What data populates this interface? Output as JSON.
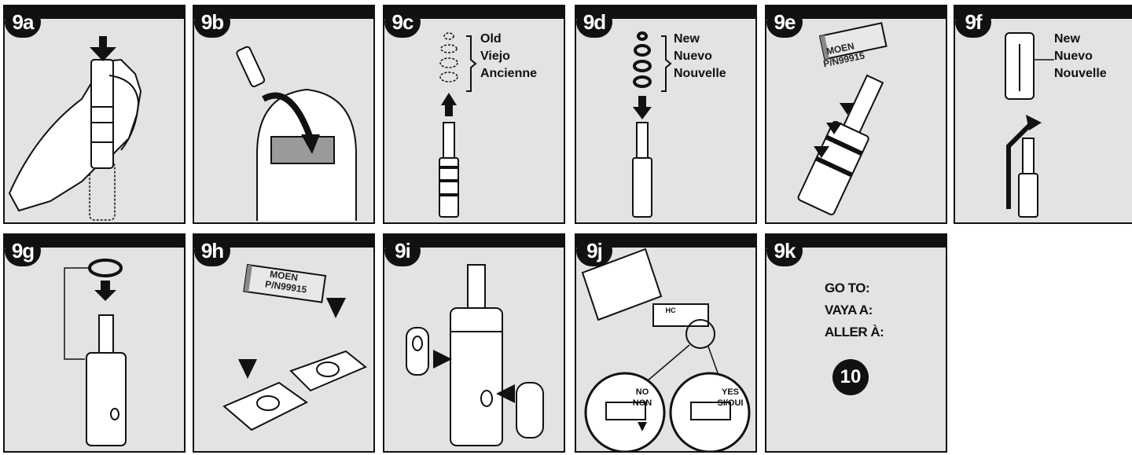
{
  "steps": [
    {
      "id": "9a"
    },
    {
      "id": "9b"
    },
    {
      "id": "9c",
      "labels": [
        "Old",
        "Viejo",
        "Ancienne"
      ]
    },
    {
      "id": "9d",
      "labels": [
        "New",
        "Nuevo",
        "Nouvelle"
      ]
    },
    {
      "id": "9e",
      "tag": [
        "MOEN",
        "P/N99915"
      ]
    },
    {
      "id": "9f",
      "labels": [
        "New",
        "Nuevo",
        "Nouvelle"
      ]
    },
    {
      "id": "9g"
    },
    {
      "id": "9h",
      "tag": [
        "MOEN",
        "P/N99915"
      ]
    },
    {
      "id": "9i"
    },
    {
      "id": "9j",
      "no_label": [
        "NO",
        "NON"
      ],
      "yes_label": [
        "YES",
        "SI/OUI"
      ],
      "hc_mark": "HC"
    },
    {
      "id": "9k",
      "goto": [
        "GO TO:",
        "VAYA A:",
        "ALLER À:"
      ],
      "next_step": "10"
    }
  ],
  "colors": {
    "frame": "#111111",
    "panel_bg": "#e3e3e3",
    "part_fill": "#ffffff"
  }
}
